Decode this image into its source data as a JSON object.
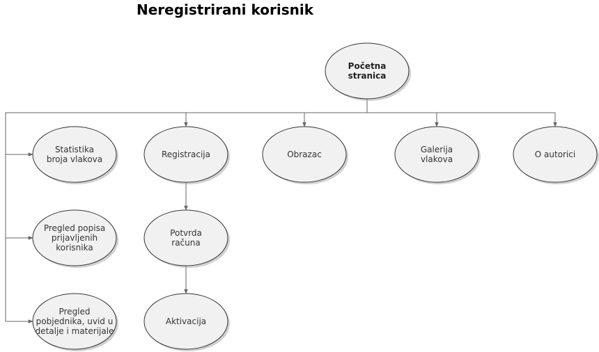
{
  "title": "Neregistrirani korisnik",
  "colors": {
    "node_fill": "#f1f1f1",
    "node_stroke": "#333333",
    "shadow": "#b0b0b0",
    "edge": "#666666"
  },
  "nodes": {
    "root": {
      "lines": [
        "Početna",
        "stranica"
      ],
      "bold": true
    },
    "statistika": {
      "lines": [
        "Statistika",
        "broja vlakova"
      ]
    },
    "pregled_popisa": {
      "lines": [
        "Pregled popisa",
        "prijavljenih",
        "korisnika"
      ]
    },
    "pregled_pobjednika": {
      "lines": [
        "Pregled",
        "pobjednika, uvid u",
        "detalje i materijale"
      ]
    },
    "registracija": {
      "lines": [
        "Registracija"
      ]
    },
    "potvrda": {
      "lines": [
        "Potvrda",
        "računa"
      ]
    },
    "aktivacija": {
      "lines": [
        "Aktivacija"
      ]
    },
    "obrazac": {
      "lines": [
        "Obrazac"
      ]
    },
    "galerija": {
      "lines": [
        "Galerija",
        "vlakova"
      ]
    },
    "o_autorici": {
      "lines": [
        "O autorici"
      ]
    }
  },
  "edges": [
    [
      "root",
      "registracija"
    ],
    [
      "root",
      "obrazac"
    ],
    [
      "root",
      "galerija"
    ],
    [
      "root",
      "o_autorici"
    ],
    [
      "root",
      "statistika"
    ],
    [
      "root",
      "pregled_popisa"
    ],
    [
      "root",
      "pregled_pobjednika"
    ],
    [
      "registracija",
      "potvrda"
    ],
    [
      "potvrda",
      "aktivacija"
    ]
  ]
}
